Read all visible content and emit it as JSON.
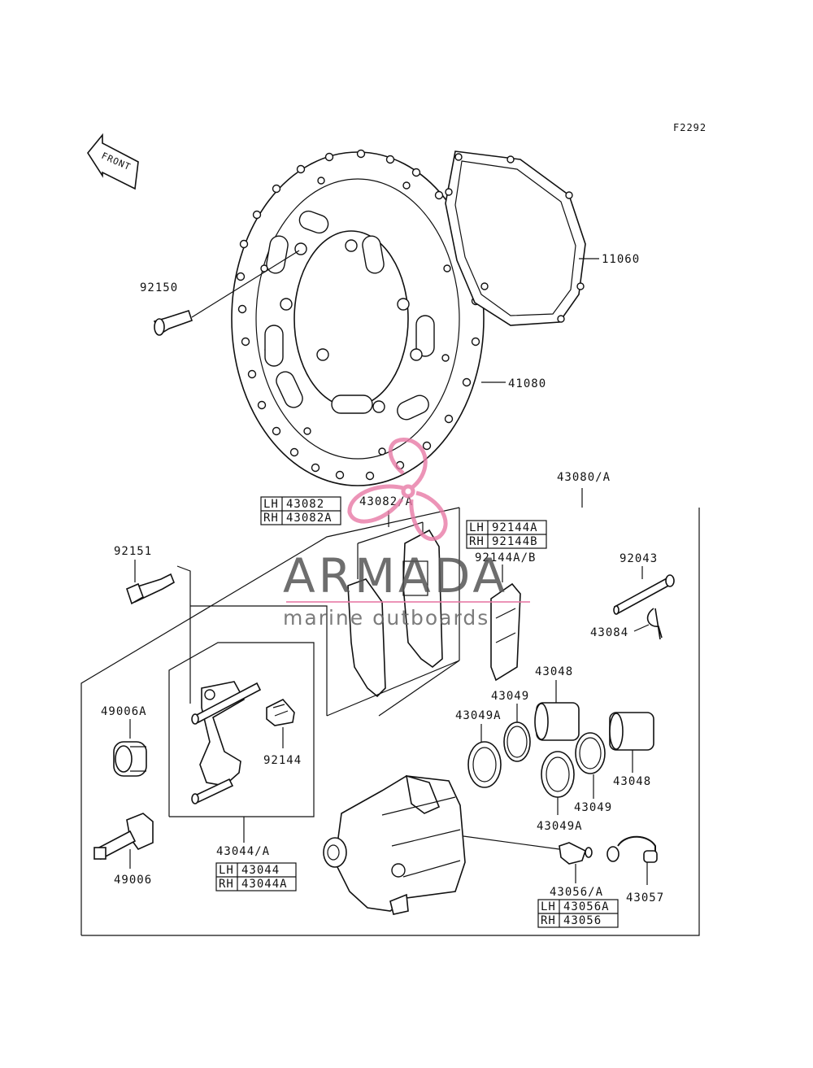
{
  "figure_code": "F2292",
  "front_arrow_text": "FRONT",
  "watermark": {
    "brand": "ARMADA",
    "tagline": "marine outboards",
    "accent_color": "#e87aa6"
  },
  "parts": {
    "p11060": "11060",
    "p41080": "41080",
    "p92150": "92150",
    "p92151": "92151",
    "p43082A": "43082/A",
    "p43080A": "43080/A",
    "p92144AB": "92144A/B",
    "p92043": "92043",
    "p43084": "43084",
    "p43048a": "43048",
    "p43049a": "43049",
    "p43049Aa": "43049A",
    "p43048b": "43048",
    "p43049b": "43049",
    "p43049Ab": "43049A",
    "p49006A": "49006A",
    "p49006": "49006",
    "p92144": "92144",
    "p43044A": "43044/A",
    "p43056A": "43056/A",
    "p43057": "43057"
  },
  "tables": {
    "t43082": {
      "lh_label": "LH",
      "lh_value": "43082",
      "rh_label": "RH",
      "rh_value": "43082A"
    },
    "t92144": {
      "lh_label": "LH",
      "lh_value": "92144A",
      "rh_label": "RH",
      "rh_value": "92144B"
    },
    "t43044": {
      "lh_label": "LH",
      "lh_value": "43044",
      "rh_label": "RH",
      "rh_value": "43044A"
    },
    "t43056": {
      "lh_label": "LH",
      "lh_value": "43056A",
      "rh_label": "RH",
      "rh_value": "43056"
    }
  }
}
